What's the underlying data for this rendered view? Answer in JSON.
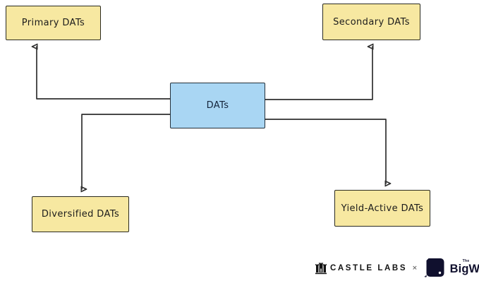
{
  "diagram": {
    "center": {
      "label": "DATs"
    },
    "nodes": [
      {
        "id": "primary",
        "label": "Primary DATs"
      },
      {
        "id": "secondary",
        "label": "Secondary DATs"
      },
      {
        "id": "diversified",
        "label": "Diversified DATs"
      },
      {
        "id": "yield_active",
        "label": "Yield-Active DATs"
      }
    ],
    "colors": {
      "node_fill": "#f7e8a1",
      "center_fill": "#a9d6f3",
      "border": "#2b2b20",
      "arrow": "#2f2f2f",
      "background": "#ffffff"
    }
  },
  "footer": {
    "castle_labs_label": "CASTLE LABS",
    "separator": "×",
    "big_whale": {
      "the": "The",
      "name": "BigWhale"
    },
    "logo_color": "#10102e"
  }
}
